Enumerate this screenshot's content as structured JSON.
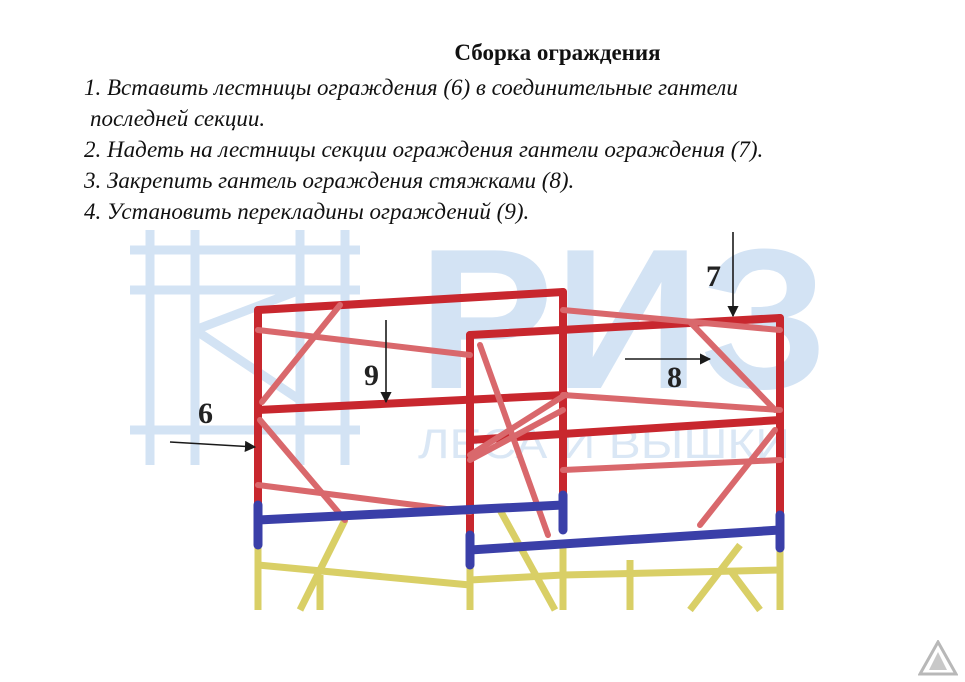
{
  "title": "Сборка ограждения",
  "steps": [
    {
      "line1": "1. Вставить лестницы ограждения (6) в соединительные гантели",
      "line2": "последней секции."
    },
    {
      "line1": "2. Надеть на лестницы секции ограждения  гантели ограждения (7)."
    },
    {
      "line1": "3. Закрепить гантель ограждения стяжками (8)."
    },
    {
      "line1": "4. Установить перекладины ограждений (9)."
    }
  ],
  "callouts": {
    "c6": "6",
    "c7": "7",
    "c8": "8",
    "c9": "9"
  },
  "watermark": {
    "brand": "РИЗ",
    "tagline": "ЛЕСА И ВЫШКИ"
  },
  "colors": {
    "rail_red": "#c8272e",
    "rail_red_light": "#d9686c",
    "coupler_blue": "#3a3fa8",
    "frame_yellow": "#d9cf66",
    "watermark_blue": "#cfe0f3",
    "arrow": "#1a1a1a"
  }
}
